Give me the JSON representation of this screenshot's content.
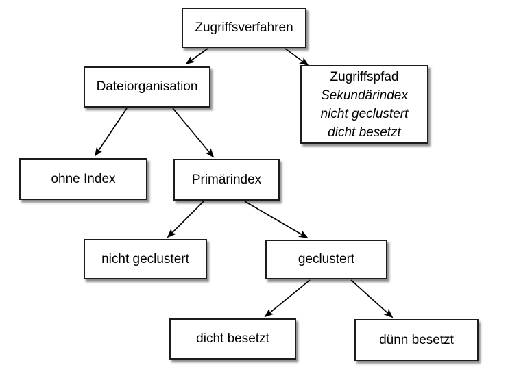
{
  "diagram": {
    "nodes": {
      "zugriffsverfahren": {
        "label": "Zugriffsverfahren"
      },
      "dateiorganisation": {
        "label": "Dateiorganisation"
      },
      "zugriffspfad": {
        "lines": [
          "Zugriffspfad",
          "Sekundärindex",
          "nicht geclustert",
          "dicht besetzt"
        ]
      },
      "ohne_index": {
        "label": "ohne Index"
      },
      "primaerindex": {
        "label": "Primärindex"
      },
      "nicht_geclustert": {
        "label": "nicht geclustert"
      },
      "geclustert": {
        "label": "geclustert"
      },
      "dicht_besetzt": {
        "label": "dicht besetzt"
      },
      "duenn_besetzt": {
        "label": "dünn besetzt"
      }
    },
    "edges": [
      {
        "from": "zugriffsverfahren",
        "to": "dateiorganisation"
      },
      {
        "from": "zugriffsverfahren",
        "to": "zugriffspfad"
      },
      {
        "from": "dateiorganisation",
        "to": "ohne_index"
      },
      {
        "from": "dateiorganisation",
        "to": "primaerindex"
      },
      {
        "from": "primaerindex",
        "to": "nicht_geclustert"
      },
      {
        "from": "primaerindex",
        "to": "geclustert"
      },
      {
        "from": "geclustert",
        "to": "dicht_besetzt"
      },
      {
        "from": "geclustert",
        "to": "duenn_besetzt"
      }
    ],
    "colors": {
      "background": "#ffffff",
      "box_fill": "#ffffff",
      "box_border": "#1c1c1c",
      "text": "#000000",
      "arrow": "#000000"
    }
  }
}
